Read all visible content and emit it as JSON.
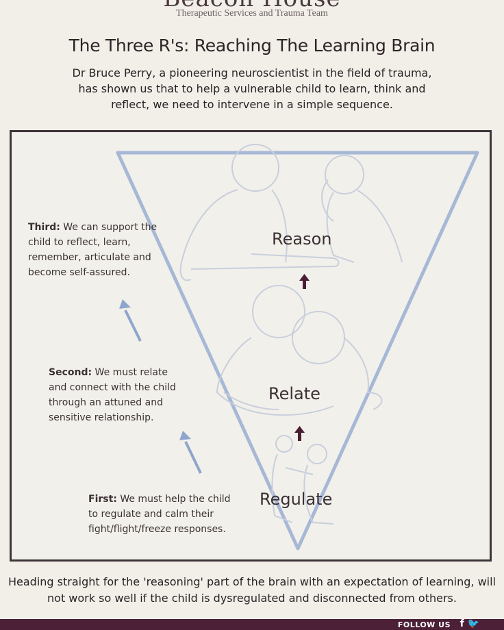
{
  "header": {
    "logo": "Beacon House",
    "subtitle": "Therapeutic Services and Trauma Team"
  },
  "title": "The Three R's: Reaching The Learning Brain",
  "intro": "Dr Bruce Perry, a pioneering neuroscientist in the field of trauma, has shown us that to help a vulnerable child to learn, think and reflect, we need to intervene in a simple sequence.",
  "stages": {
    "reason": "Reason",
    "relate": "Relate",
    "regulate": "Regulate"
  },
  "notes": {
    "third": {
      "label": "Third:",
      "text": "We can support the child to reflect, learn, remember, articulate and become self-assured."
    },
    "second": {
      "label": "Second:",
      "text": "We must relate and connect with the child through an attuned and sensitive relationship."
    },
    "first": {
      "label": "First:",
      "text": "We must help the child to regulate and calm their fight/flight/freeze responses."
    }
  },
  "footer": "Heading straight for the 'reasoning' part of the brain with an expectation of learning, will not work so well if the child is dysregulated and disconnected from others.",
  "bottom_bar": {
    "follow_label": "FOLLOW US",
    "social_icons": "f 🐦"
  },
  "colors": {
    "background": "#f1efe8",
    "triangle": "#a7b8d6",
    "figure_outline": "#c5ccdc",
    "arrow_up": "#4a1f33",
    "side_arrow": "#8fa6cc",
    "bar": "#4c2036"
  }
}
